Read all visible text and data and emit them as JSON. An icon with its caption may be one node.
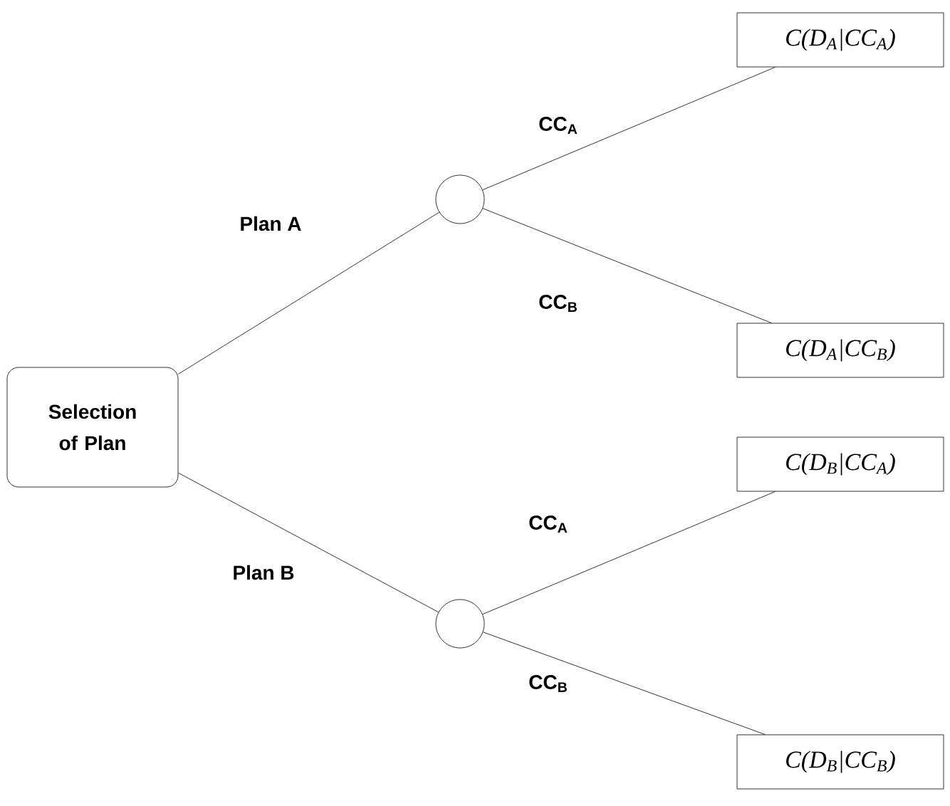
{
  "diagram": {
    "nodes": [
      {
        "text": [
          "Selection of Plan"
        ]
      },
      {
        "text": [],
        "shape": "circle"
      },
      {
        "text": [],
        "shape": "circle"
      },
      {
        "text": [
          "C(D$_{A}$|CC$_{A}$)"
        ]
      },
      {
        "text": [
          "C(D$_{A}$|CC$_{B}$)"
        ]
      },
      {
        "text": [
          "C(D$_{B}$|CC$_{A}$)"
        ]
      },
      {
        "text": [
          "C(D$_{B}$|CC$_{B}$)"
        ]
      }
    ],
    "edges": [
      {
        "from": 0,
        "to": 1,
        "arrow": "none",
        "label": "Plan A"
      },
      {
        "from": 0,
        "to": 2,
        "arrow": "none",
        "label": "Plan B"
      },
      {
        "from": 1,
        "to": 3,
        "arrow": "none",
        "label": "CC$_{A}$"
      },
      {
        "from": 1,
        "to": 4,
        "arrow": "none",
        "label": "CC$_{B}$"
      },
      {
        "from": 2,
        "to": 5,
        "arrow": "none",
        "label": "CC$_{A}$"
      },
      {
        "from": 2,
        "to": 6,
        "arrow": "none",
        "label": "CC$_{B}$"
      }
    ]
  }
}
